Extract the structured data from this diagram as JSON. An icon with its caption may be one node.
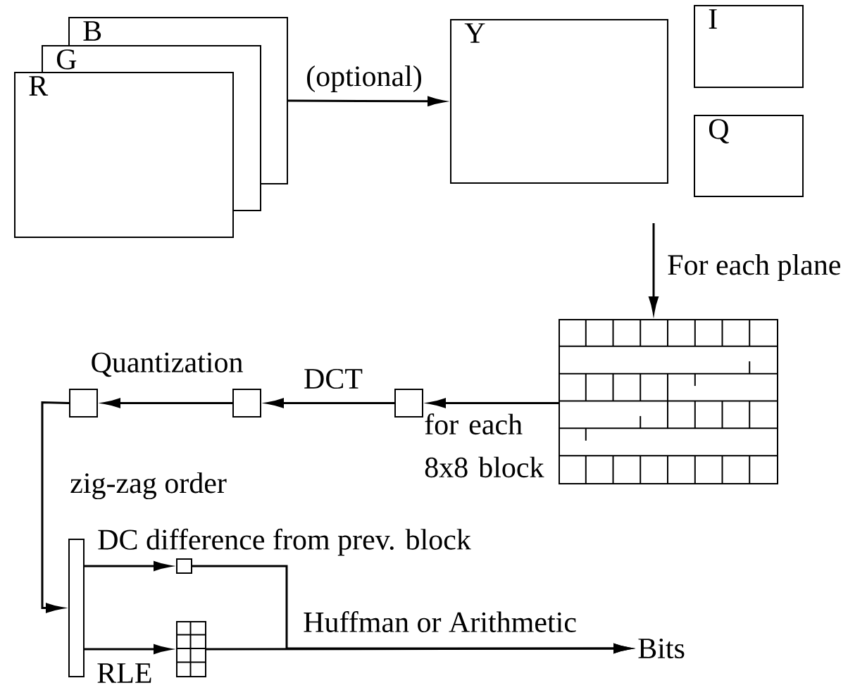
{
  "diagram": {
    "nodes": [
      {
        "text": [
          "B"
        ]
      },
      {
        "text": [
          "G"
        ]
      },
      {
        "text": [
          "R"
        ]
      },
      {
        "text": [
          "Y"
        ]
      },
      {
        "text": [
          "I"
        ]
      },
      {
        "text": [
          "Q"
        ]
      },
      {
        "text": [],
        "shape": "grid"
      },
      {
        "text": [],
        "shape": "box"
      },
      {
        "text": [],
        "shape": "box"
      },
      {
        "text": [],
        "shape": "box"
      },
      {
        "text": [],
        "shape": "bar"
      },
      {
        "text": [],
        "shape": "box"
      },
      {
        "text": [],
        "shape": "grid"
      },
      {
        "text": [
          "Bits"
        ]
      }
    ],
    "edges": [
      {
        "from": 0,
        "to": 3,
        "arrow": "to",
        "label": "(optional)"
      },
      {
        "from": null,
        "to": 6,
        "arrow": "to",
        "label": "For each plane"
      },
      {
        "from": 6,
        "to": 7,
        "arrow": "to",
        "label": "for each 8x8 block"
      },
      {
        "from": 7,
        "to": 8,
        "arrow": "to",
        "label": "DCT"
      },
      {
        "from": 8,
        "to": 9,
        "arrow": "to",
        "label": "Quantization"
      },
      {
        "from": 9,
        "to": 10,
        "arrow": "to",
        "label": "zig-zag order"
      },
      {
        "from": 10,
        "to": 11,
        "arrow": "to",
        "label": "DC difference from prev. block"
      },
      {
        "from": 10,
        "to": 12,
        "arrow": "to",
        "label": "RLE"
      },
      {
        "from": 11,
        "to": 13,
        "arrow": "to"
      },
      {
        "from": 12,
        "to": 13,
        "arrow": "to",
        "label": "Huffman or Arithmetic"
      }
    ]
  }
}
